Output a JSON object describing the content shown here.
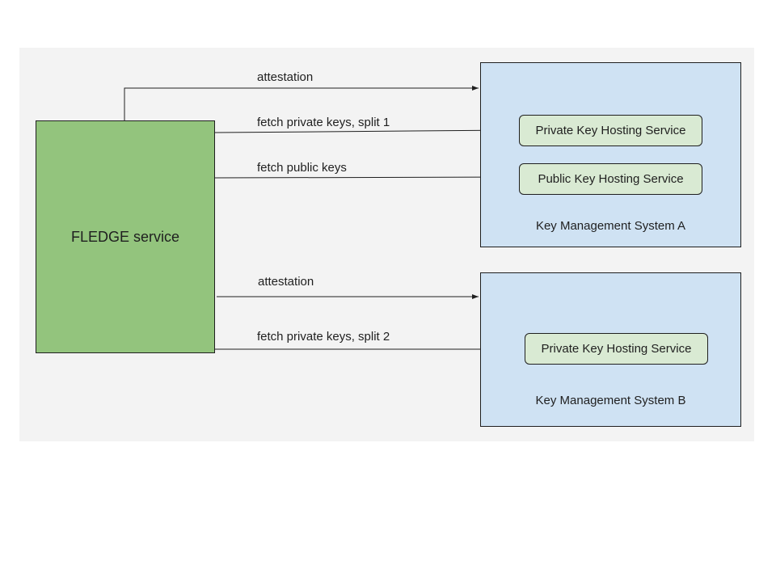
{
  "nodes": {
    "fledge": "FLEDGE service",
    "kms_a": {
      "label": "Key Management System A",
      "services": [
        "Private Key Hosting Service",
        "Public Key Hosting Service"
      ]
    },
    "kms_b": {
      "label": "Key Management System B",
      "services": [
        "Private Key Hosting Service"
      ]
    }
  },
  "edges": [
    {
      "label": "attestation",
      "from": "FLEDGE service",
      "to": "Key Management System A"
    },
    {
      "label": "fetch private keys, split 1",
      "from": "FLEDGE service",
      "to": "Private Key Hosting Service (A)"
    },
    {
      "label": "fetch public keys",
      "from": "FLEDGE service",
      "to": "Public Key Hosting Service"
    },
    {
      "label": "attestation",
      "from": "FLEDGE service",
      "to": "Key Management System B"
    },
    {
      "label": "fetch private keys, split 2",
      "from": "FLEDGE service",
      "to": "Private Key Hosting Service (B)"
    }
  ],
  "colors": {
    "panel": "#f3f3f3",
    "fledge": "#93c47d",
    "kms": "#cfe2f3",
    "service": "#d9ead3",
    "stroke": "#1f1f1f"
  }
}
